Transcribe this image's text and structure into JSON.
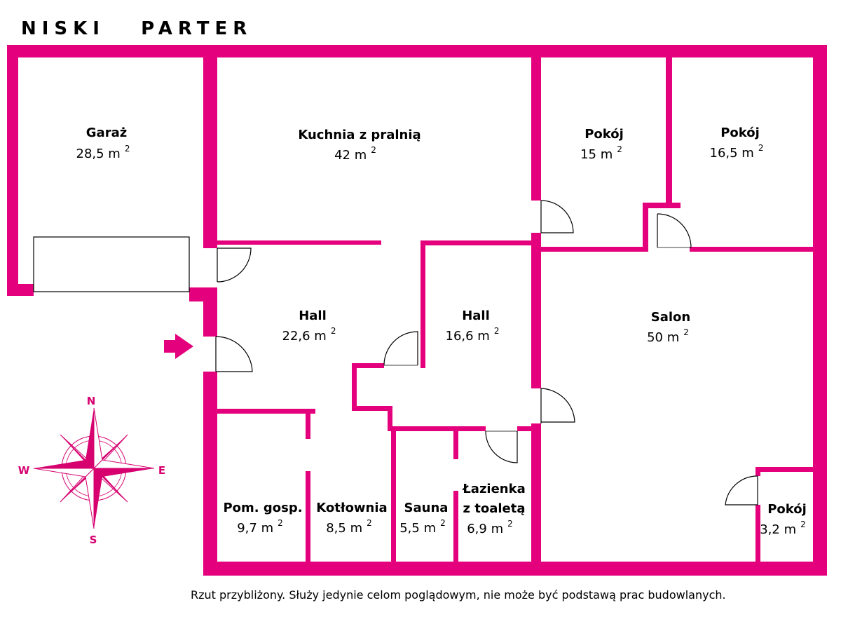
{
  "title": "NISKI   PARTER",
  "disclaimer": "Rzut przybliżony. Służy jedynie celom poglądowym, nie może być podstawą prac budowlanych.",
  "colors": {
    "wall": "#e4007c",
    "compass": "#d6006f",
    "line": "#000000"
  },
  "rooms": [
    {
      "id": "garaz",
      "name": "Garaż",
      "area": "28,5 m",
      "sup": "2"
    },
    {
      "id": "kuchnia",
      "name": "Kuchnia z pralnią",
      "area": "42 m",
      "sup": "2"
    },
    {
      "id": "pokoj1",
      "name": "Pokój",
      "area": "15 m",
      "sup": "2"
    },
    {
      "id": "pokoj2",
      "name": "Pokój",
      "area": "16,5 m",
      "sup": "2"
    },
    {
      "id": "hall1",
      "name": "Hall",
      "area": "22,6 m",
      "sup": "2"
    },
    {
      "id": "hall2",
      "name": "Hall",
      "area": "16,6 m",
      "sup": "2"
    },
    {
      "id": "salon",
      "name": "Salon",
      "area": "50 m",
      "sup": "2"
    },
    {
      "id": "pomgosp",
      "name": "Pom. gosp.",
      "area": "9,7 m",
      "sup": "2"
    },
    {
      "id": "kotlownia",
      "name": "Kotłownia",
      "area": "8,5 m",
      "sup": "2"
    },
    {
      "id": "sauna",
      "name": "Sauna",
      "area": "5,5 m",
      "sup": "2"
    },
    {
      "id": "lazienka",
      "name": "Łazienka",
      "name2": "z toaletą",
      "area": "6,9 m",
      "sup": "2"
    },
    {
      "id": "pokoj3",
      "name": "Pokój",
      "area": "3,2 m",
      "sup": "2"
    }
  ],
  "compass": {
    "n": "N",
    "s": "S",
    "e": "E",
    "w": "W"
  },
  "entrance_icon": "entrance-arrow-icon"
}
